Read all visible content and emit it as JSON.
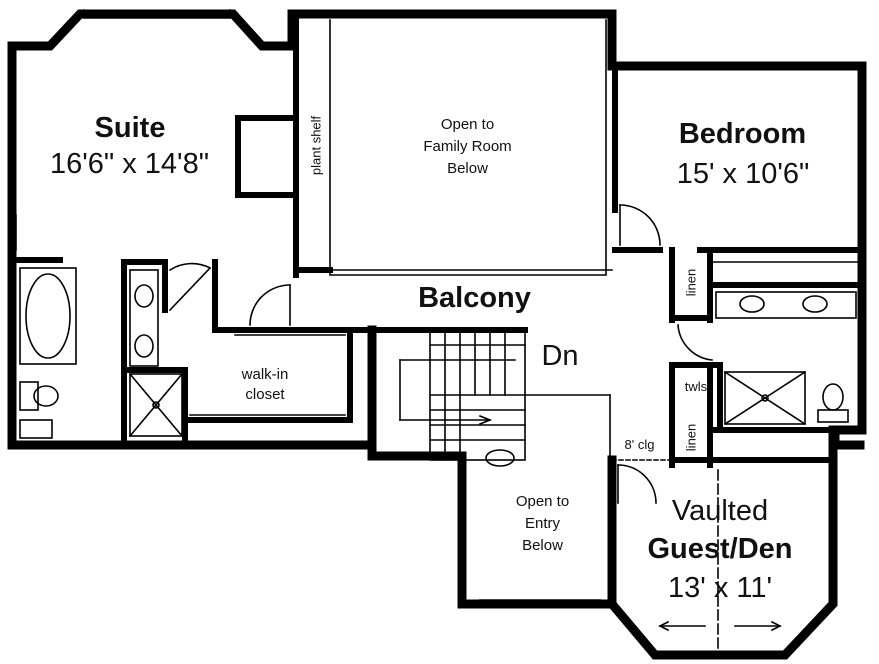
{
  "rooms": {
    "suite": {
      "name": "Suite",
      "size": "16'6\" x 14'8\""
    },
    "bedroom": {
      "name": "Bedroom",
      "size": "15' x 10'6\""
    },
    "balcony": {
      "name": "Balcony"
    },
    "guest_den": {
      "line1": "Vaulted",
      "line2": "Guest/Den",
      "size": "13' x 11'"
    },
    "closet": {
      "line1": "walk-in",
      "line2": "closet"
    }
  },
  "notes": {
    "open_family": [
      "Open to",
      "Family Room",
      "Below"
    ],
    "open_entry": [
      "Open to",
      "Entry",
      "Below"
    ],
    "plant_shelf": "plant shelf",
    "stairs_dn": "Dn",
    "ceiling": "8' clg",
    "linen_top": "linen",
    "linen_bottom": "linen",
    "towels": "twls"
  }
}
